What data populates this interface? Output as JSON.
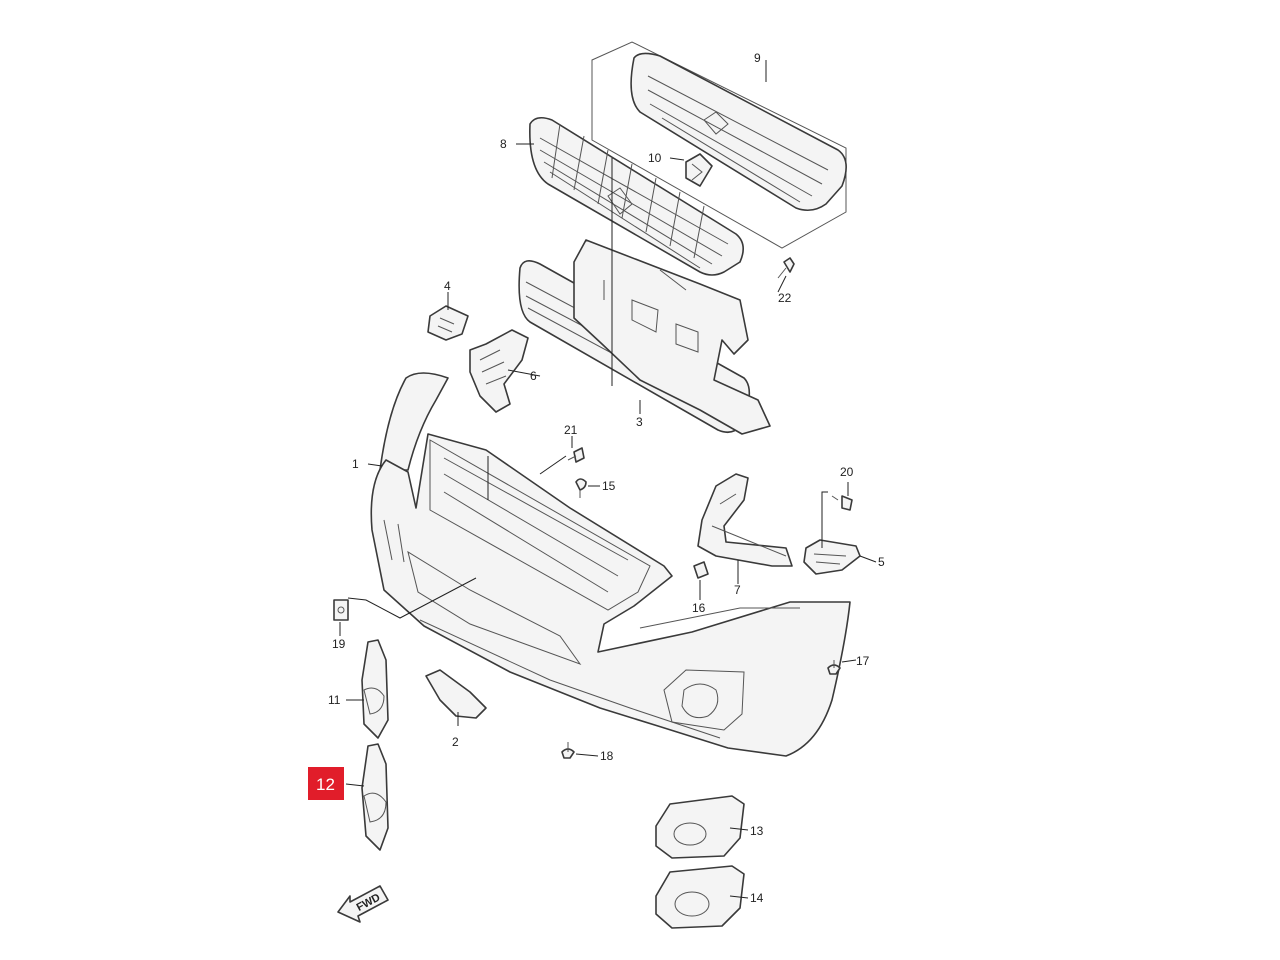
{
  "callouts": {
    "c1": "1",
    "c2": "2",
    "c3": "3",
    "c4": "4",
    "c5": "5",
    "c6": "6",
    "c7": "7",
    "c8": "8",
    "c9": "9",
    "c10": "10",
    "c11": "11",
    "c12": "12",
    "c13": "13",
    "c14": "14",
    "c15": "15",
    "c16": "16",
    "c17": "17",
    "c18": "18",
    "c19": "19",
    "c20": "20",
    "c21": "21",
    "c22": "22"
  },
  "fwd_label": "FWD",
  "highlight": {
    "callout": "12",
    "color": "#e11d2a"
  }
}
